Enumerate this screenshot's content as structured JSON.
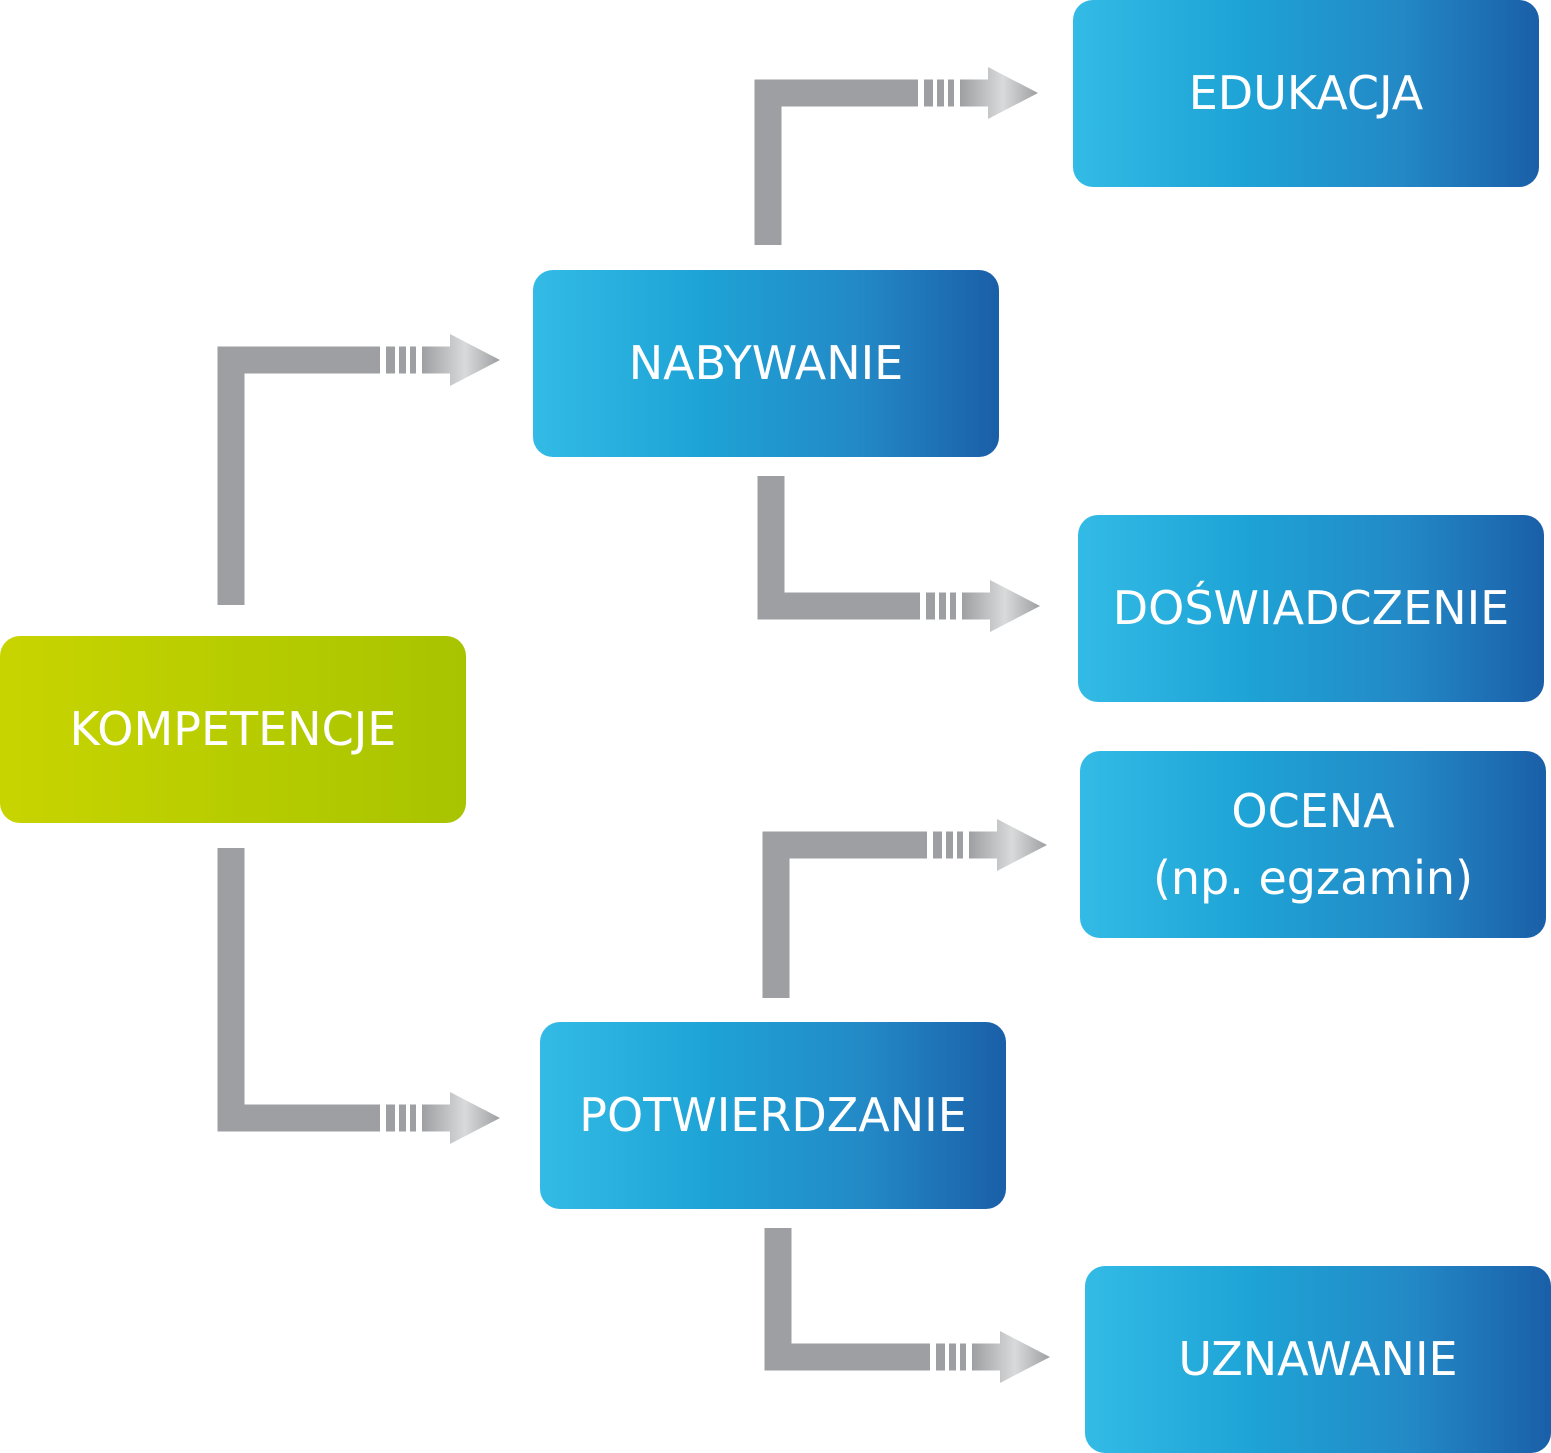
{
  "diagram": {
    "nodes": {
      "kompetencje": "KOMPETENCJE",
      "nabywanie": "NABYWANIE",
      "potwierdzanie": "POTWIERDZANIE",
      "edukacja": "EDUKACJA",
      "doswiadczenie": "DOŚWIADCZENIE",
      "ocena": {
        "line1": "OCENA",
        "line2": "(np. egzamin)"
      },
      "uznawanie": "UZNAWANIE"
    },
    "edges": [
      {
        "from": "kompetencje",
        "to": "nabywanie"
      },
      {
        "from": "kompetencje",
        "to": "potwierdzanie"
      },
      {
        "from": "nabywanie",
        "to": "edukacja"
      },
      {
        "from": "nabywanie",
        "to": "doswiadczenie"
      },
      {
        "from": "potwierdzanie",
        "to": "ocena"
      },
      {
        "from": "potwierdzanie",
        "to": "uznawanie"
      }
    ],
    "colors": {
      "connector": "#9d9fa2",
      "arrow_highlight": "#d9dadb",
      "node_blue": "#1ea4d6",
      "node_blue_dark": "#1a5fa8",
      "node_green": "#b4cb00",
      "text": "#ffffff"
    }
  }
}
